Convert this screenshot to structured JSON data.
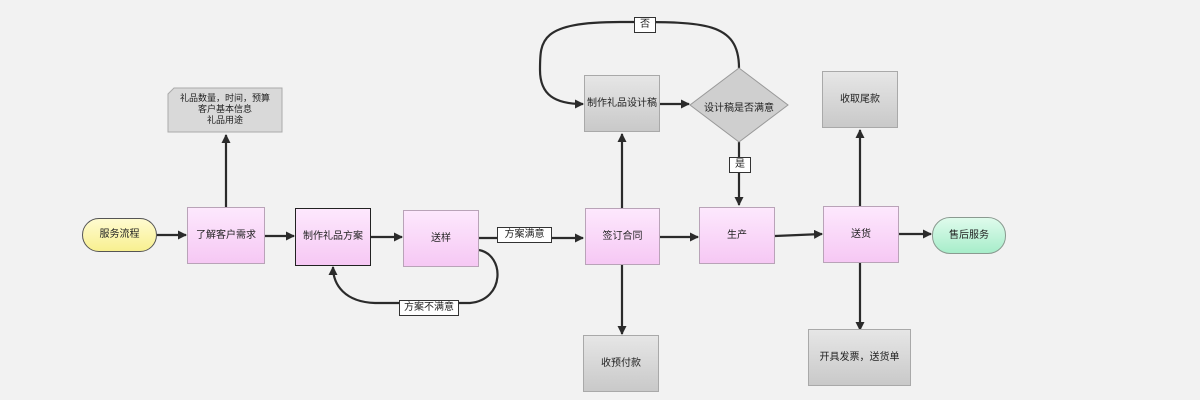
{
  "nodes": {
    "start": "服务流程",
    "understand": "了解客户需求",
    "plan": "制作礼品方案",
    "deliver_plan": "送样",
    "contract": "签订合同",
    "design_draft": "制作礼品设计稿",
    "design_ok": "设计稿是否满意",
    "production": "生产",
    "delivery": "送货",
    "after_sales": "售后服务",
    "prepayment": "收预付款",
    "final_payment": "收取尾款",
    "invoice": "开具发票，送货单",
    "requirements_note": [
      "礼品数量，时间，预算",
      "客户基本信息",
      "礼品用途"
    ]
  },
  "edge_labels": {
    "plan_ok": "方案满意",
    "plan_not_ok": "方案不满意",
    "no": "否",
    "yes": "是"
  },
  "colors": {
    "line": "#2b2b2b",
    "pink": "#f6c8f4",
    "gray": "#c9c9c9",
    "yellow": "#f8f090",
    "green": "#a7edca"
  }
}
